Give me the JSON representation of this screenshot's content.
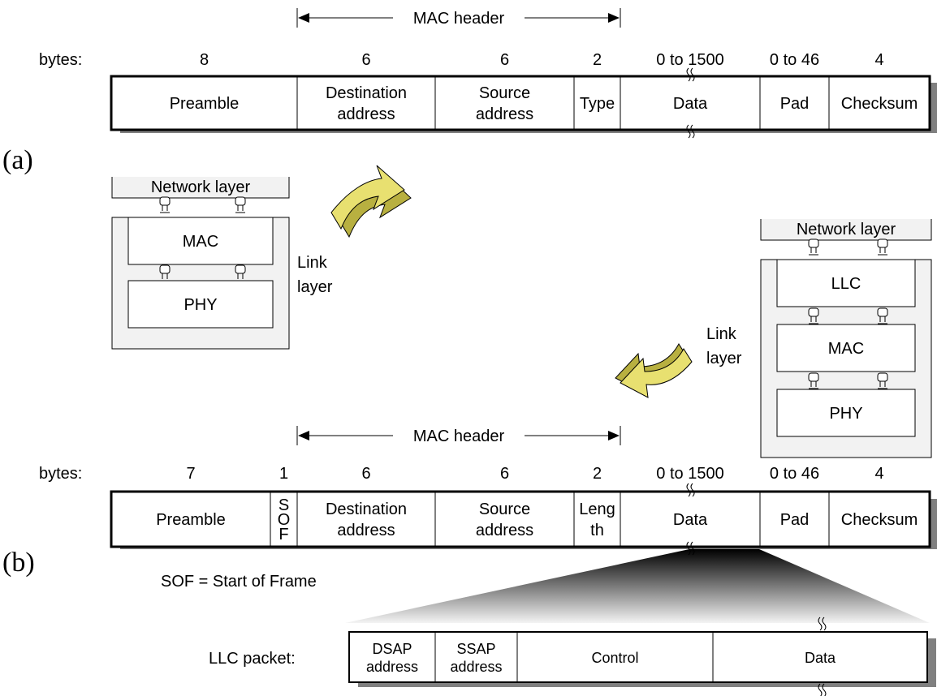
{
  "frame_a": {
    "label": "(a)",
    "mac_header_label": "MAC header",
    "bytes_label": "bytes:",
    "fields": [
      {
        "name": "Preamble",
        "bytes": "8"
      },
      {
        "name": "Destination\naddress",
        "bytes": "6"
      },
      {
        "name": "Source\naddress",
        "bytes": "6"
      },
      {
        "name": "Type",
        "bytes": "2"
      },
      {
        "name": "Data",
        "bytes": "0 to 1500"
      },
      {
        "name": "Pad",
        "bytes": "0 to 46"
      },
      {
        "name": "Checksum",
        "bytes": "4"
      }
    ]
  },
  "frame_b": {
    "label": "(b)",
    "mac_header_label": "MAC header",
    "bytes_label": "bytes:",
    "fields": [
      {
        "name": "Preamble",
        "bytes": "7"
      },
      {
        "name": "S\nO\nF",
        "bytes": "1"
      },
      {
        "name": "Destination\naddress",
        "bytes": "6"
      },
      {
        "name": "Source\naddress",
        "bytes": "6"
      },
      {
        "name": "Leng\nth",
        "bytes": "2"
      },
      {
        "name": "Data",
        "bytes": "0 to 1500"
      },
      {
        "name": "Pad",
        "bytes": "0 to 46"
      },
      {
        "name": "Checksum",
        "bytes": "4"
      }
    ],
    "footnote": "SOF = Start of Frame"
  },
  "stack_a": {
    "network_layer": "Network layer",
    "layers": [
      "MAC",
      "PHY"
    ],
    "link_layer": "Link\nlayer"
  },
  "stack_b": {
    "network_layer": "Network layer",
    "layers": [
      "LLC",
      "MAC",
      "PHY"
    ],
    "link_layer": "Link\nlayer"
  },
  "llc_packet": {
    "label": "LLC packet:",
    "fields": [
      "DSAP\naddress",
      "SSAP\naddress",
      "Control",
      "Data"
    ]
  },
  "colors": {
    "arrow_fill": "#e8e070",
    "arrow_dark": "#b8b040",
    "shadow": "#808080",
    "stack_bg": "#f2f2f2",
    "cone_top": "#000000",
    "cone_bottom": "#e8e8e8"
  }
}
